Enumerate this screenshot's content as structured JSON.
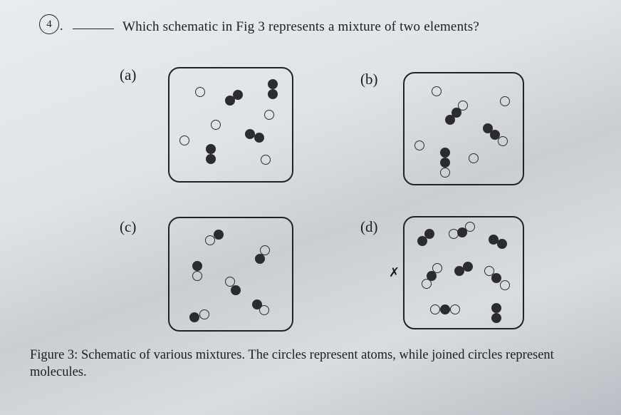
{
  "question": {
    "number": "4",
    "dot": ".",
    "text": "Which schematic in Fig 3 represents a mixture of two elements?"
  },
  "panels": [
    {
      "label": "(a)"
    },
    {
      "label": "(b)"
    },
    {
      "label": "(c)"
    },
    {
      "label": "(d)"
    }
  ],
  "mark": "✗",
  "caption": "Figure 3: Schematic of various mixtures. The circles represent atoms, while joined circles represent molecules."
}
